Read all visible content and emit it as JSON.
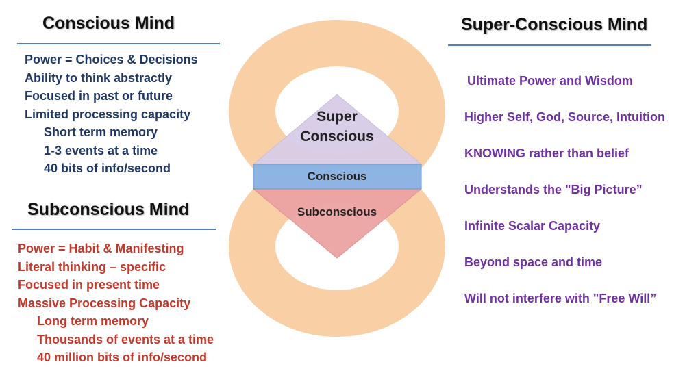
{
  "conscious": {
    "title": "Conscious Mind",
    "items": [
      "Power = Choices & Decisions",
      "Ability to think abstractly",
      "Focused in past or future",
      "Limited processing capacity",
      "Short term memory",
      "1-3  events at a time",
      "40 bits of info/second"
    ]
  },
  "subconscious": {
    "title": "Subconscious Mind",
    "items": [
      "Power = Habit & Manifesting",
      "Literal thinking – specific",
      "Focused in present time",
      "Massive Processing Capacity",
      "Long term memory",
      "Thousands of events at a time",
      "40 million bits of info/second"
    ]
  },
  "superconscious": {
    "title": "Super-Conscious Mind",
    "items": [
      "Ultimate Power and Wisdom",
      "Higher Self, God, Source, Intuition",
      "KNOWING rather than belief",
      "Understands the \"Big Picture”",
      "Infinite Scalar Capacity",
      "Beyond space and time",
      "Will not interfere with \"Free Will”"
    ]
  },
  "diagram": {
    "super_label_line1": "Super",
    "super_label_line2": "Conscious",
    "conscious_label": "Conscious",
    "subconscious_label": "Subconscious"
  },
  "colors": {
    "ring": "#f9cfa6",
    "super_triangle": "#d7cbe6",
    "conscious_band": "#8eb4e3",
    "subconscious_triangle": "#eba2a2",
    "conscious_text": "#1f3864",
    "subconscious_text": "#c0392b",
    "superconscious_text": "#7030a0",
    "rule": "#4f81bd"
  }
}
